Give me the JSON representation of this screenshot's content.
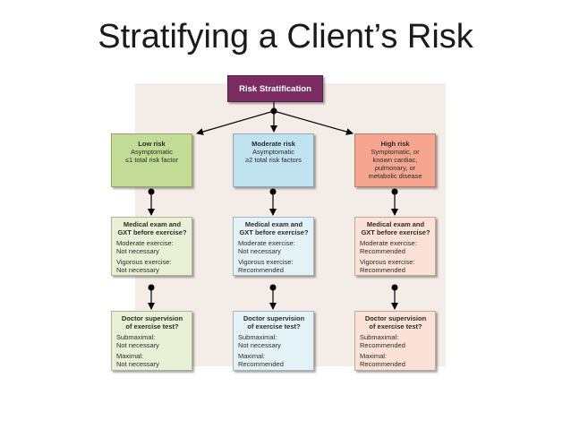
{
  "title": "Stratifying a Client’s Risk",
  "root": "Risk Stratification",
  "columns": [
    {
      "risk_heading": "Low risk",
      "risk_lines": [
        "Asymptomatic",
        "≤1 total risk factor",
        "",
        ""
      ],
      "exam_heading": [
        "Medical exam and",
        "GXT before exercise?"
      ],
      "moderate_label": "Moderate exercise:",
      "moderate_value": "Not necessary",
      "vigorous_label": "Vigorous exercise:",
      "vigorous_value": "Not necessary",
      "doctor_heading": [
        "Doctor supervision",
        "of exercise test?"
      ],
      "submax_label": "Submaximal:",
      "submax_value": "Not necessary",
      "max_label": "Maximal:",
      "max_value": "Not necessary"
    },
    {
      "risk_heading": "Moderate risk",
      "risk_lines": [
        "Asymptomatic",
        "≥2 total risk factors",
        "",
        ""
      ],
      "exam_heading": [
        "Medical exam and",
        "GXT before exercise?"
      ],
      "moderate_label": "Moderate exercise:",
      "moderate_value": "Not necessary",
      "vigorous_label": "Vigorous exercise:",
      "vigorous_value": "Recommended",
      "doctor_heading": [
        "Doctor supervision",
        "of exercise test?"
      ],
      "submax_label": "Submaximal:",
      "submax_value": "Not necessary",
      "max_label": "Maximal:",
      "max_value": "Recommended"
    },
    {
      "risk_heading": "High risk",
      "risk_lines": [
        "Symptomatic, or",
        "known cardiac,",
        "pulmonary, or",
        "metabolic disease"
      ],
      "exam_heading": [
        "Medical exam and",
        "GXT before exercise?"
      ],
      "moderate_label": "Moderate exercise:",
      "moderate_value": "Recommended",
      "vigorous_label": "Vigorous exercise:",
      "vigorous_value": "Recommended",
      "doctor_heading": [
        "Doctor supervision",
        "of exercise test?"
      ],
      "submax_label": "Submaximal:",
      "submax_value": "Recommended",
      "max_label": "Maximal:",
      "max_value": "Recommended"
    }
  ],
  "colors": {
    "root": "#7a2c63",
    "low": "#c2dc95",
    "moderate": "#bfe3ef",
    "high": "#f6a68e",
    "panel": "#f4ece6"
  }
}
